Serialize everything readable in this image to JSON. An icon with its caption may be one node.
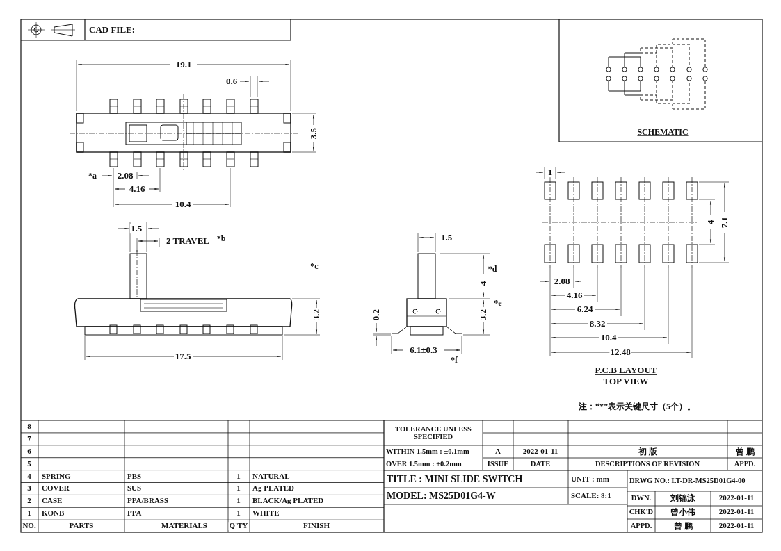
{
  "diagram": {
    "labels": [
      "CAD FILE:",
      "19.1",
      "0.6",
      "3.5",
      "*a",
      "2.08",
      "4.16",
      "10.4",
      "SCHEMATIC",
      "1.5",
      "2 TRAVEL",
      "*b",
      "*c",
      "3.2",
      "17.5",
      "1.5",
      "*d",
      "4",
      "*e",
      "0.2",
      "3.2",
      "6.1±0.3",
      "*f",
      "1",
      "4",
      "7.1",
      "2.08",
      "4.16",
      "6.24",
      "8.32",
      "10.4",
      "12.48",
      "P.C.B LAYOUT",
      "TOP VIEW",
      "注：“*”表示关键尺寸（5个）。",
      "8",
      "7",
      "6",
      "5",
      "4",
      "SPRING",
      "PBS",
      "1",
      "NATURAL",
      "3",
      "COVER",
      "SUS",
      "1",
      "Ag PLATED",
      "2",
      "CASE",
      "PPA/BRASS",
      "1",
      "BLACK/Ag PLATED",
      "1",
      "KONB",
      "PPA",
      "1",
      "WHITE",
      "NO.",
      "PARTS",
      "MATERIALS",
      "Q'TY",
      "FINISH",
      "TOLERANCE UNLESS SPECIFIED",
      "WITHIN 1.5mm : ±0.1mm",
      "A",
      "2022-01-11",
      "初 版",
      "曾 鹏",
      "OVER 1.5mm : ±0.2mm",
      "ISSUE",
      "DATE",
      "DESCRIPTIONS OF REVISION",
      "APPD.",
      "TITLE : MINI SLIDE SWITCH",
      "UNIT : mm",
      "DRWG NO.: LT-DR-MS25D01G4-00",
      "MODEL: MS25D01G4-W",
      "SCALE: 8:1",
      "DWN.",
      "刘锦泳",
      "2022-01-11",
      "CHK'D",
      "曾小伟",
      "2022-01-11",
      "APPD.",
      "曾 鹏",
      "2022-01-11"
    ]
  }
}
